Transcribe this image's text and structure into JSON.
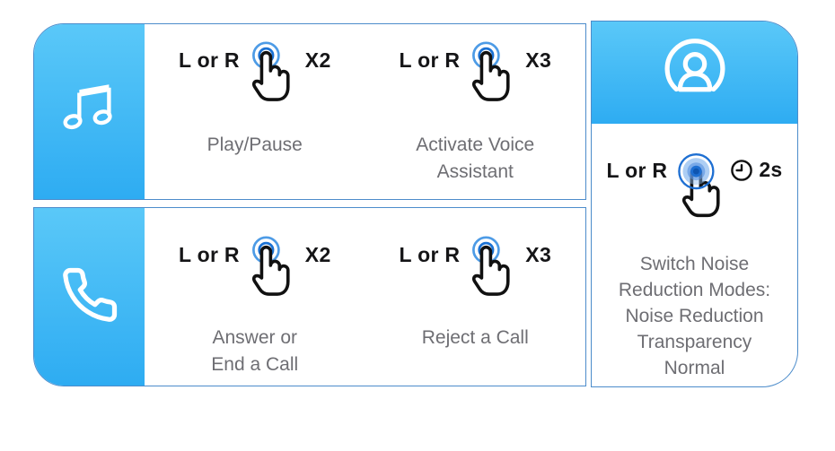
{
  "colors": {
    "tab_gradient_top": "#5AC8F8",
    "tab_gradient_bottom": "#2EACF2",
    "panel_border": "#4C8CCB",
    "ripple_inner_blue": "#1B72D4",
    "ripple_outer_blue": "#4D9BE6",
    "hold_center_blue": "#0E55B0",
    "text_dark": "#151517",
    "text_gray": "#6E6E73"
  },
  "panels": {
    "music": {
      "icon": "music-note",
      "actions": [
        {
          "trigger": "L or R",
          "gesture": "double-tap",
          "count": "X2",
          "description": "Play/Pause"
        },
        {
          "trigger": "L or R",
          "gesture": "triple-tap",
          "count": "X3",
          "description": "Activate Voice\nAssistant"
        }
      ]
    },
    "calls": {
      "icon": "phone",
      "actions": [
        {
          "trigger": "L or R",
          "gesture": "double-tap",
          "count": "X2",
          "description": "Answer or\nEnd a Call"
        },
        {
          "trigger": "L or R",
          "gesture": "triple-tap",
          "count": "X3",
          "description": "Reject a Call"
        }
      ]
    },
    "noise": {
      "icon": "user",
      "actions": [
        {
          "trigger": "L or R",
          "gesture": "press-and-hold",
          "duration": "2s",
          "description": "Switch Noise\nReduction Modes:\nNoise Reduction\nTransparency\nNormal"
        }
      ]
    }
  }
}
